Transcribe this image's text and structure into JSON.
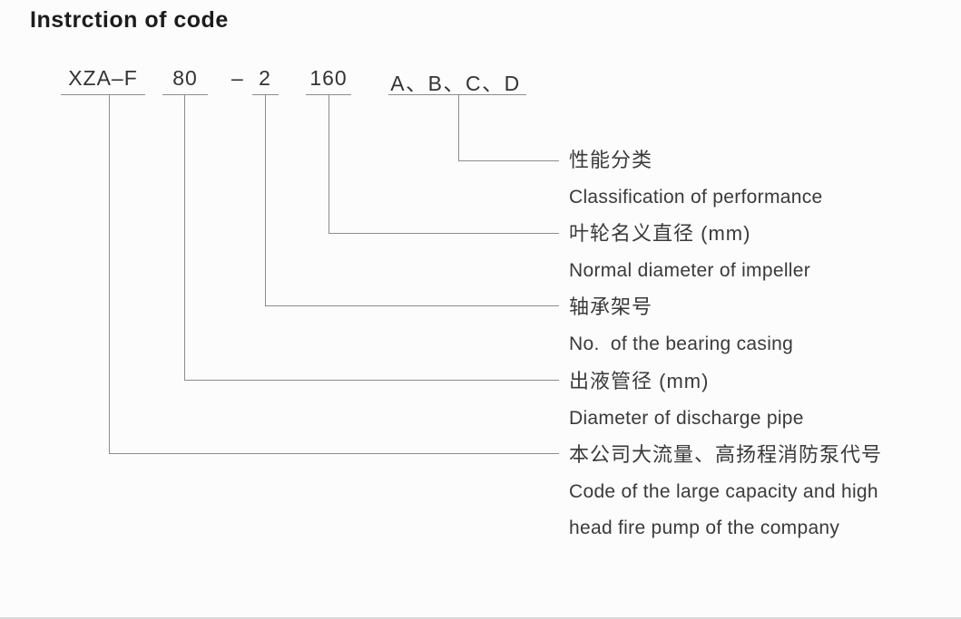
{
  "title": "Instrction of code",
  "code": {
    "segments": [
      {
        "text": "XZA–F"
      },
      {
        "text": "80"
      },
      {
        "text": "– 2"
      },
      {
        "text": "160"
      },
      {
        "text": "A、B、C、D"
      }
    ]
  },
  "labels": [
    {
      "zh": "性能分类",
      "en": "Classification of performance"
    },
    {
      "zh": "叶轮名义直径 (mm)",
      "en": "Normal diameter of impeller"
    },
    {
      "zh": "轴承架号",
      "en": "No.  of the bearing casing"
    },
    {
      "zh": "出液管径 (mm)",
      "en": "Diameter of discharge pipe"
    },
    {
      "zh": "本公司大流量、高扬程消防泵代号",
      "en": "Code of the large capacity and high",
      "en2": "head fire pump of the company"
    }
  ],
  "colors": {
    "background": "#fcfcfc",
    "line": "#8c8c8c",
    "title_text": "#1c1c1c",
    "body_text": "#3a3a3a"
  }
}
